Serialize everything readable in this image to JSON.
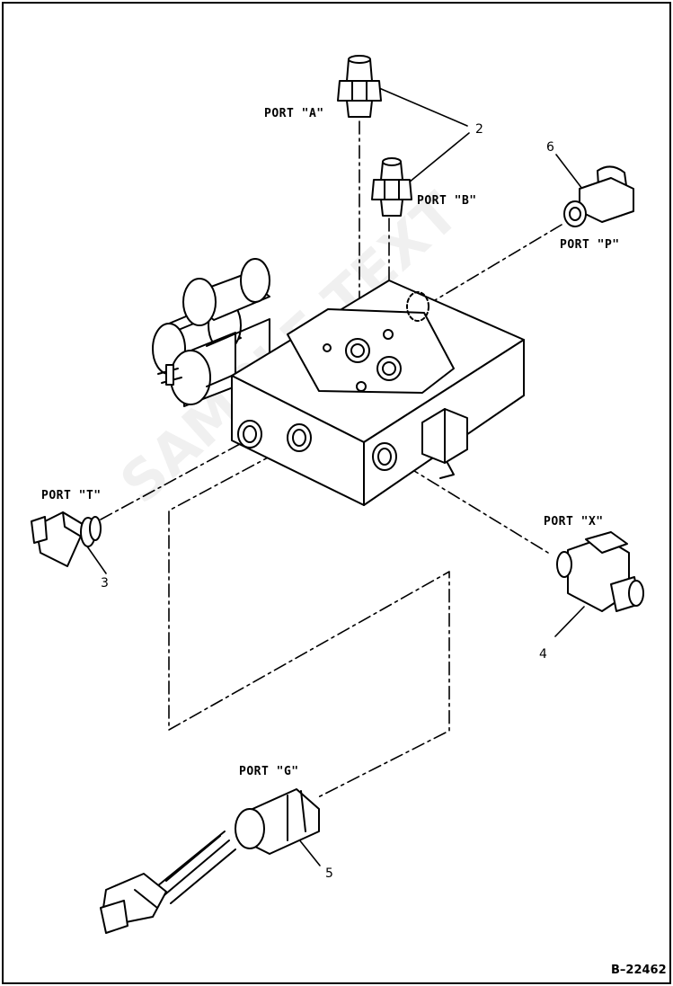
{
  "ports": {
    "a": "PORT \"A\"",
    "b": "PORT \"B\"",
    "p": "PORT \"P\"",
    "t": "PORT \"T\"",
    "x": "PORT \"X\"",
    "g": "PORT \"G\""
  },
  "callouts": {
    "c2": "2",
    "c3": "3",
    "c4": "4",
    "c5": "5",
    "c6": "6"
  },
  "reference": "B–22462",
  "watermark": "SAMPLE TEXT"
}
